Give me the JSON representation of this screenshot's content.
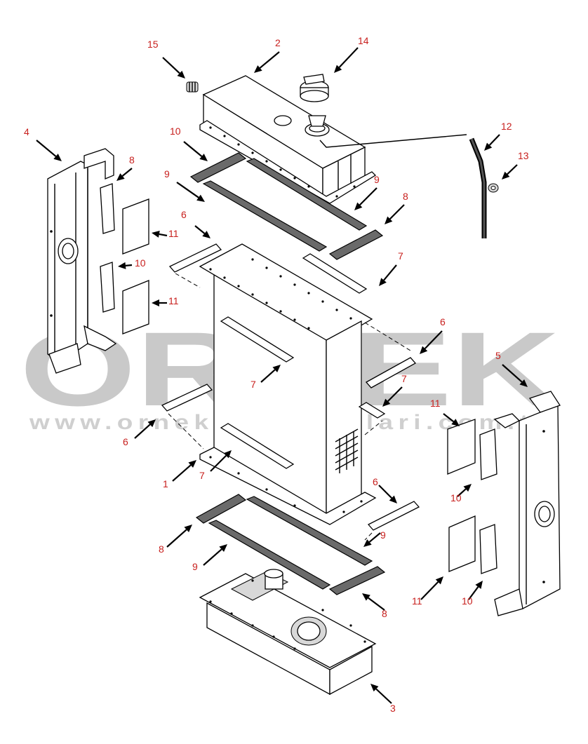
{
  "watermark": {
    "brand": "ORNEK",
    "url": "www.ornekismakinalari.com.tr"
  },
  "callouts": [
    {
      "id": "c15",
      "label": "15"
    },
    {
      "id": "c2",
      "label": "2"
    },
    {
      "id": "c14",
      "label": "14"
    },
    {
      "id": "c4",
      "label": "4"
    },
    {
      "id": "c10a",
      "label": "10"
    },
    {
      "id": "c8a",
      "label": "8"
    },
    {
      "id": "c12",
      "label": "12"
    },
    {
      "id": "c13",
      "label": "13"
    },
    {
      "id": "c9a",
      "label": "9"
    },
    {
      "id": "c9b",
      "label": "9"
    },
    {
      "id": "c8b",
      "label": "8"
    },
    {
      "id": "c11a",
      "label": "11"
    },
    {
      "id": "c6a",
      "label": "6"
    },
    {
      "id": "c10b",
      "label": "10"
    },
    {
      "id": "c7a",
      "label": "7"
    },
    {
      "id": "c11b",
      "label": "11"
    },
    {
      "id": "c6b",
      "label": "6"
    },
    {
      "id": "c5",
      "label": "5"
    },
    {
      "id": "c7b",
      "label": "7"
    },
    {
      "id": "c7c",
      "label": "7"
    },
    {
      "id": "c11c",
      "label": "11"
    },
    {
      "id": "c6c",
      "label": "6"
    },
    {
      "id": "c10c",
      "label": "10"
    },
    {
      "id": "c1",
      "label": "1"
    },
    {
      "id": "c7d",
      "label": "7"
    },
    {
      "id": "c6d",
      "label": "6"
    },
    {
      "id": "c9c",
      "label": "9"
    },
    {
      "id": "c8c",
      "label": "8"
    },
    {
      "id": "c9d",
      "label": "9"
    },
    {
      "id": "c8d",
      "label": "8"
    },
    {
      "id": "c11d",
      "label": "11"
    },
    {
      "id": "c10d",
      "label": "10"
    },
    {
      "id": "c3",
      "label": "3"
    }
  ]
}
